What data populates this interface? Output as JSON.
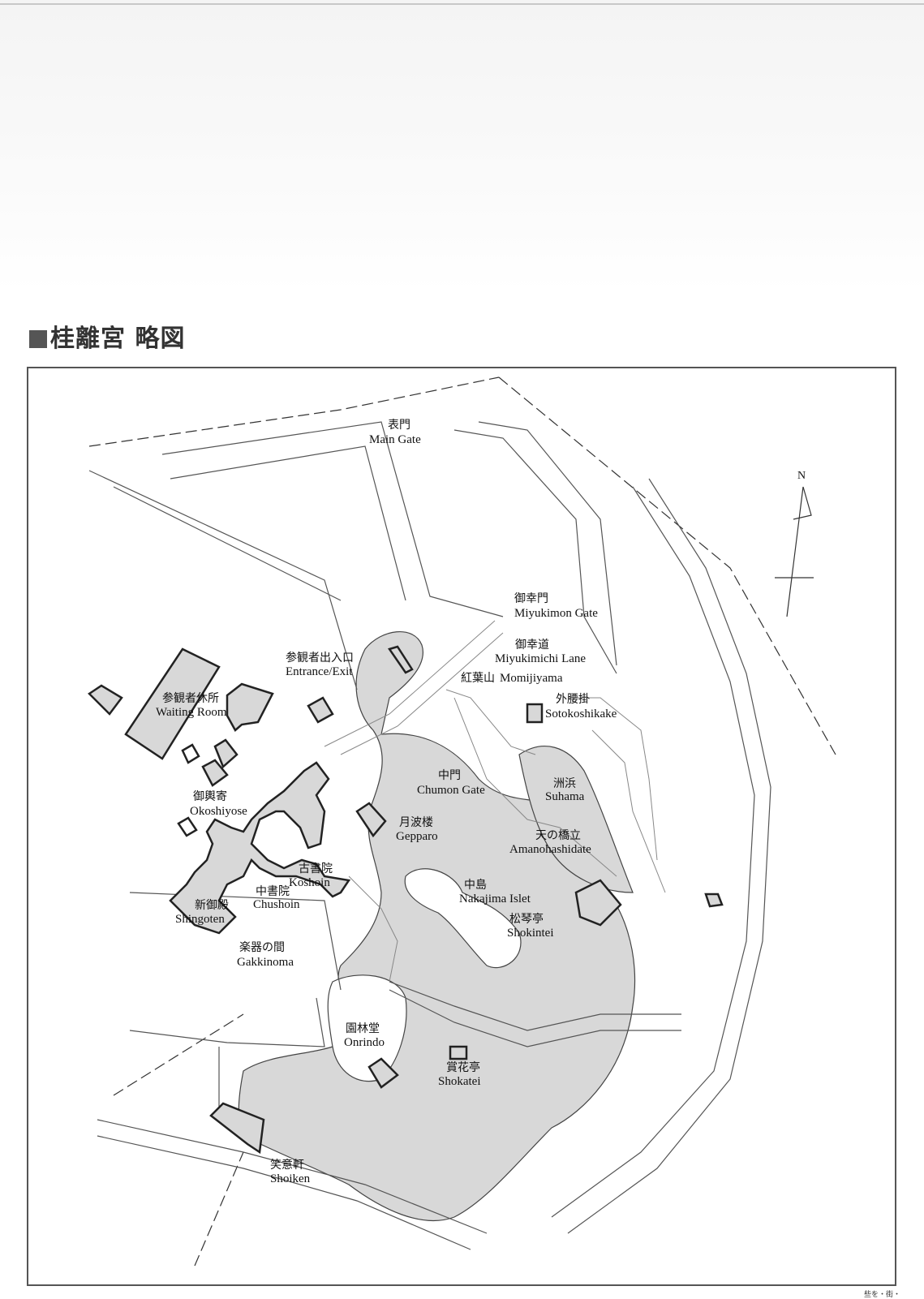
{
  "heading": "桂離宮 略図",
  "compass_label": "N",
  "corner_text": "些を・街・",
  "places": [
    {
      "ja": "表門",
      "en": "Main Gate"
    },
    {
      "ja": "御幸門",
      "en": "Miyukimon Gate"
    },
    {
      "ja": "御幸道",
      "en": "Miyukimichi Lane"
    },
    {
      "ja": "紅葉山",
      "en": "Momijiyama"
    },
    {
      "ja": "外腰掛",
      "en": "Sotokoshikake"
    },
    {
      "ja": "参観者出入口",
      "en": "Entrance/Exit"
    },
    {
      "ja": "参観者休所",
      "en": "Waiting Room"
    },
    {
      "ja": "洲浜",
      "en": "Suhama"
    },
    {
      "ja": "中門",
      "en": "Chumon Gate"
    },
    {
      "ja": "御輿寄",
      "en": "Okoshiyose"
    },
    {
      "ja": "月波楼",
      "en": "Gepparo"
    },
    {
      "ja": "天の橋立",
      "en": "Amanohashidate"
    },
    {
      "ja": "古書院",
      "en": "Koshoin"
    },
    {
      "ja": "中島",
      "en": "Nakajima Islet"
    },
    {
      "ja": "中書院",
      "en": "Chushoin"
    },
    {
      "ja": "新御殿",
      "en": "Shingoten"
    },
    {
      "ja": "松琴亭",
      "en": "Shokintei"
    },
    {
      "ja": "楽器の間",
      "en": "Gakkinoma"
    },
    {
      "ja": "園林堂",
      "en": "Onrindo"
    },
    {
      "ja": "賞花亭",
      "en": "Shokatei"
    },
    {
      "ja": "笑意軒",
      "en": "Shoiken"
    }
  ]
}
